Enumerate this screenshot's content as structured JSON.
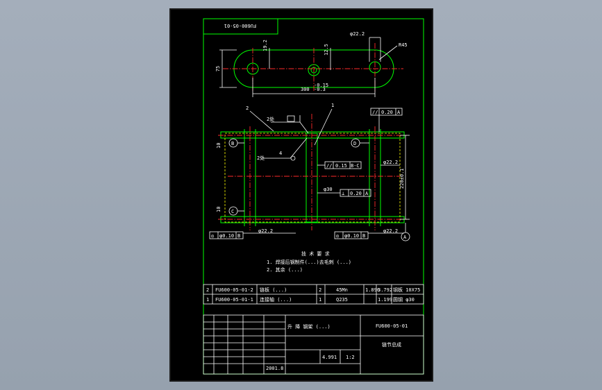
{
  "colors": {
    "frame": "#00ff00",
    "dim": "#ffffff",
    "center": "#ff2a2a",
    "hidden": "#ffff00",
    "bg": "#000000"
  },
  "drawing": {
    "number_stamp": "FU600-05-01",
    "top_view": {
      "dim_phi_top": "φ22.2",
      "dim_r": "R45",
      "dim_192": "19.2",
      "dim_125": "12.5",
      "dim_75": "75",
      "dim_300": "300",
      "dim_300_tol_up": "-0.15",
      "dim_300_tol_dn": "-0.3"
    },
    "front_view": {
      "callout_2": "2",
      "callout_1": "1",
      "callout_4": "4",
      "weld_note_top": "2处",
      "weld_note_mid": "2处",
      "ftc_parallel_label": "//",
      "ftc_parallel_value": "0.20",
      "ftc_parallel_datum": "A",
      "ftc_bg_label": "//",
      "ftc_bg_value": "0.15",
      "ftc_bg_datum": "B-C",
      "ftc_perp_label": "⊥",
      "ftc_perp_value": "0.20",
      "ftc_perp_datum": "A",
      "ftc_left_label": "◎",
      "ftc_left_value": "φ0.10",
      "ftc_left_datum": "B",
      "ftc_right_label": "◎",
      "ftc_right_value": "φ0.10",
      "ftc_right_datum": "B",
      "datum_b": "B",
      "datum_c": "C",
      "datum_d": "D",
      "datum_a": "A",
      "dim_phi_right": "φ22.2",
      "dim_phi_bot_left": "φ22.2",
      "dim_phi_bot_right": "φ22.2",
      "dim_phi30": "φ30",
      "dim_220": "220±0.1",
      "dim_10_top": "10",
      "dim_10_bot": "10"
    },
    "notes": {
      "title": "技 术 要 求",
      "line1": "1. 焊接后钢制件(...)去毛刺 (...)",
      "line2": "2. 其余 (...)"
    },
    "parts_table": [
      {
        "idx": "2",
        "code": "FU600-05-01-2",
        "name": "链板 (...)",
        "qty": "2",
        "material": "45Mn",
        "w1": "1.896",
        "w2": "3.792",
        "remark": "钢板 10X75"
      },
      {
        "idx": "1",
        "code": "FU600-05-01-1",
        "name": "连接轴 (...)",
        "qty": "1",
        "material": "Q235",
        "w1": "",
        "w2": "1.199",
        "remark": "圆钢 φ30"
      }
    ],
    "title_block": {
      "project": "升 降 钢架 (...)",
      "drawing_number": "FU600-05-01",
      "part_name": "链节总成",
      "mass": "4.991",
      "scale": "1:2",
      "date": "2001.8"
    }
  }
}
